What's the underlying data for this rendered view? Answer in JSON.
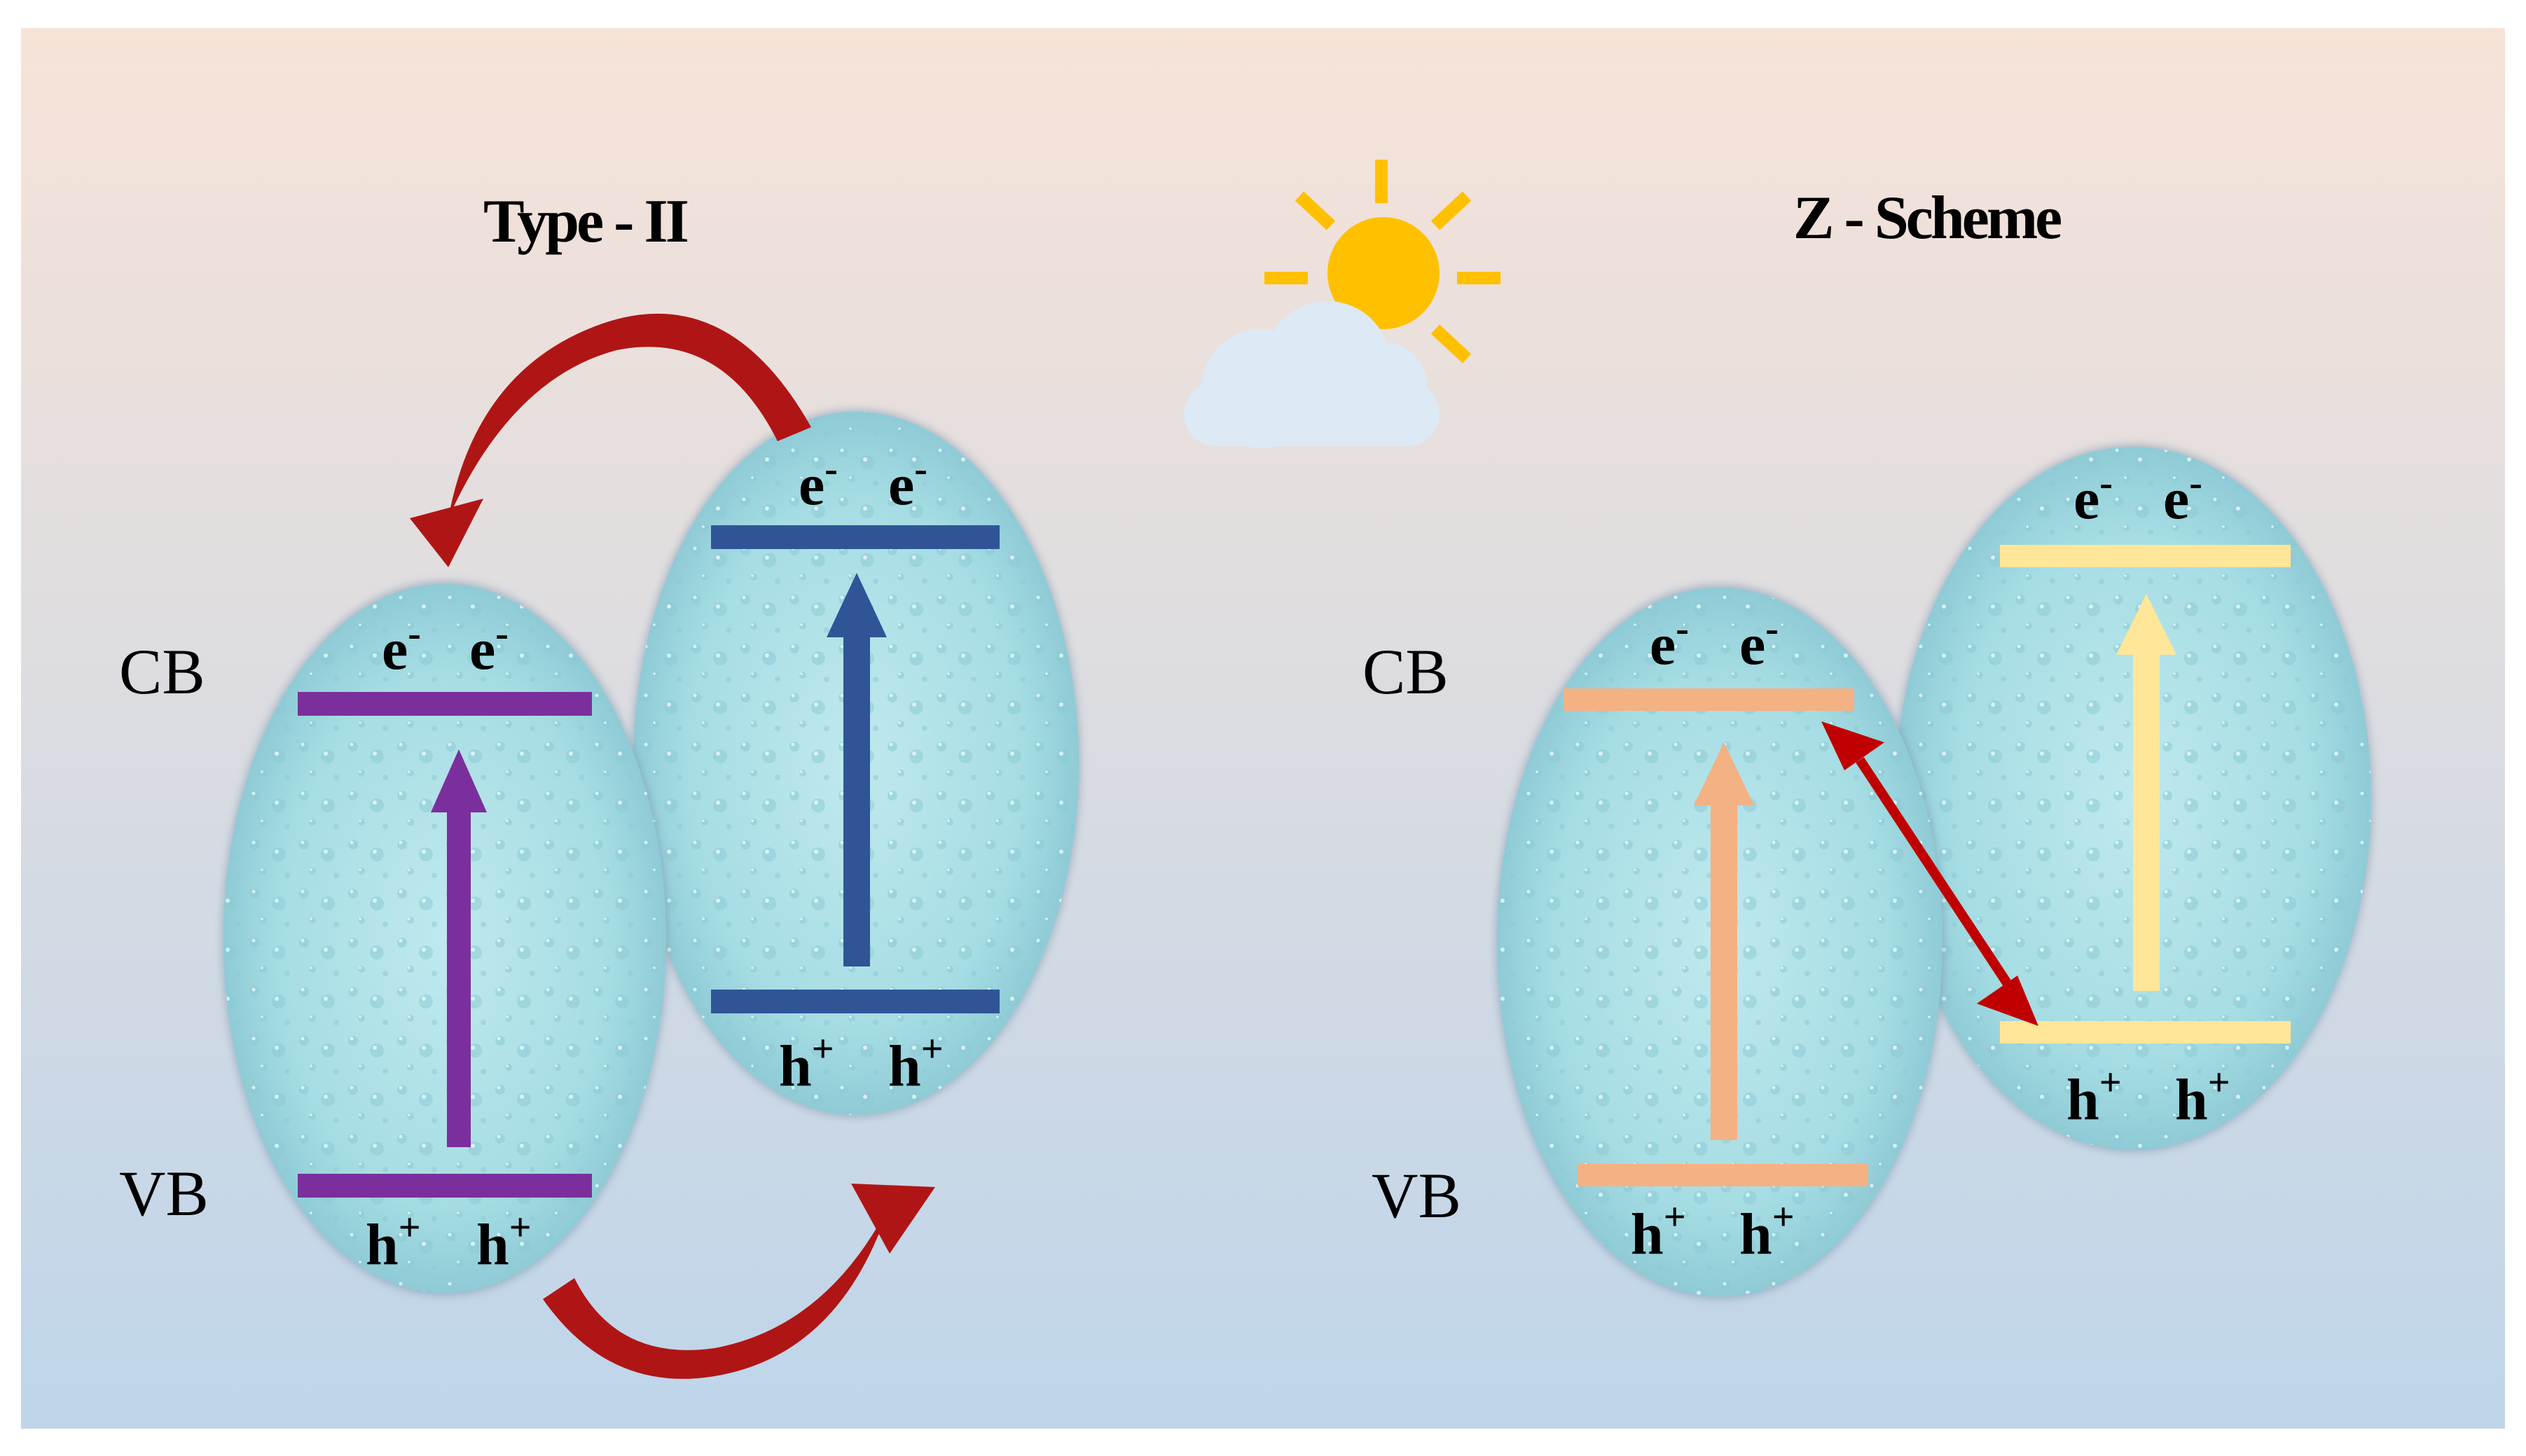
{
  "title_left": "Type - II",
  "title_right": "Z - Scheme",
  "band_labels": {
    "cb": "CB",
    "vb": "VB"
  },
  "carriers": {
    "electron": "e",
    "electron_sup": "-",
    "hole": "h",
    "hole_sup": "+"
  },
  "colors": {
    "bg_top": "#f7e3d8",
    "bg_bottom": "#bed5ea",
    "ellipse_fill": "#a6dde4",
    "type2_left_band": "#7b2f9c",
    "type2_right_band": "#2f5597",
    "z_left_band": "#f4b183",
    "z_right_band": "#ffe699",
    "transfer_arrow": "#b01515",
    "sun": "#ffc000",
    "cloud": "#dde9f5"
  }
}
